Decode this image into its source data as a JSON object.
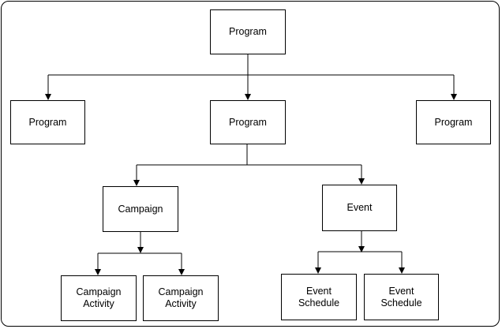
{
  "nodes": {
    "root_program": {
      "lines": [
        "Program"
      ]
    },
    "left_program": {
      "lines": [
        "Program"
      ]
    },
    "center_program": {
      "lines": [
        "Program"
      ]
    },
    "right_program": {
      "lines": [
        "Program"
      ]
    },
    "campaign": {
      "lines": [
        "Campaign"
      ]
    },
    "event": {
      "lines": [
        "Event"
      ]
    },
    "campaign_activity_1": {
      "lines": [
        "Campaign",
        "Activity"
      ]
    },
    "campaign_activity_2": {
      "lines": [
        "Campaign",
        "Activity"
      ]
    },
    "event_schedule_1": {
      "lines": [
        "Event",
        "Schedule"
      ]
    },
    "event_schedule_2": {
      "lines": [
        "Event",
        "Schedule"
      ]
    }
  },
  "colors": {
    "line": "#000000",
    "box_border": "#000000",
    "background": "#ffffff"
  }
}
